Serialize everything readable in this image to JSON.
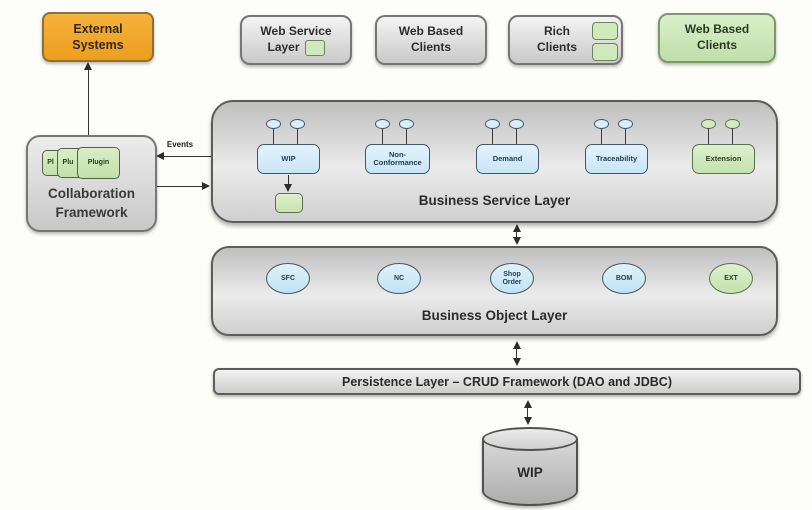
{
  "colors": {
    "orange_fill": "#f2a636",
    "orange_border": "#8d7034",
    "gray_fill": "#d9d9d9",
    "dark_border": "#5c5c5c",
    "green_fill": "#cfe9ba",
    "green_border": "#5c7150",
    "blue_fill": "#d5ecf9",
    "blue_border": "#41586b",
    "arrow": "#2c2c2c"
  },
  "top_row": {
    "external_systems": {
      "line1": "External",
      "line2": "Systems"
    },
    "web_service_layer": {
      "line1": "Web Service",
      "line2": "Layer"
    },
    "web_based_clients": {
      "line1": "Web Based",
      "line2": "Clients"
    },
    "rich_clients": {
      "line1": "Rich",
      "line2": "Clients"
    },
    "web_based_clients_green": {
      "line1": "Web Based",
      "line2": "Clients"
    }
  },
  "collaboration_framework": {
    "line1": "Collaboration",
    "line2": "Framework",
    "plugins": [
      {
        "label": "Pl"
      },
      {
        "label": "Plu"
      },
      {
        "label": "Plugin"
      }
    ]
  },
  "events_arrow_label": "Events",
  "business_service_layer": {
    "title": "Business Service Layer",
    "components": [
      {
        "label": "WIP"
      },
      {
        "line1": "Non-",
        "line2": "Conformance"
      },
      {
        "label": "Demand"
      },
      {
        "label": "Traceability"
      },
      {
        "label": "Extension"
      }
    ]
  },
  "business_object_layer": {
    "title": "Business Object Layer",
    "objects": [
      {
        "label": "SFC"
      },
      {
        "label": "NC"
      },
      {
        "line1": "Shop",
        "line2": "Order"
      },
      {
        "label": "BOM"
      },
      {
        "label": "EXT"
      }
    ]
  },
  "persistence_layer": {
    "title": "Persistence Layer – CRUD Framework (DAO and JDBC)"
  },
  "database": {
    "label": "WIP"
  }
}
